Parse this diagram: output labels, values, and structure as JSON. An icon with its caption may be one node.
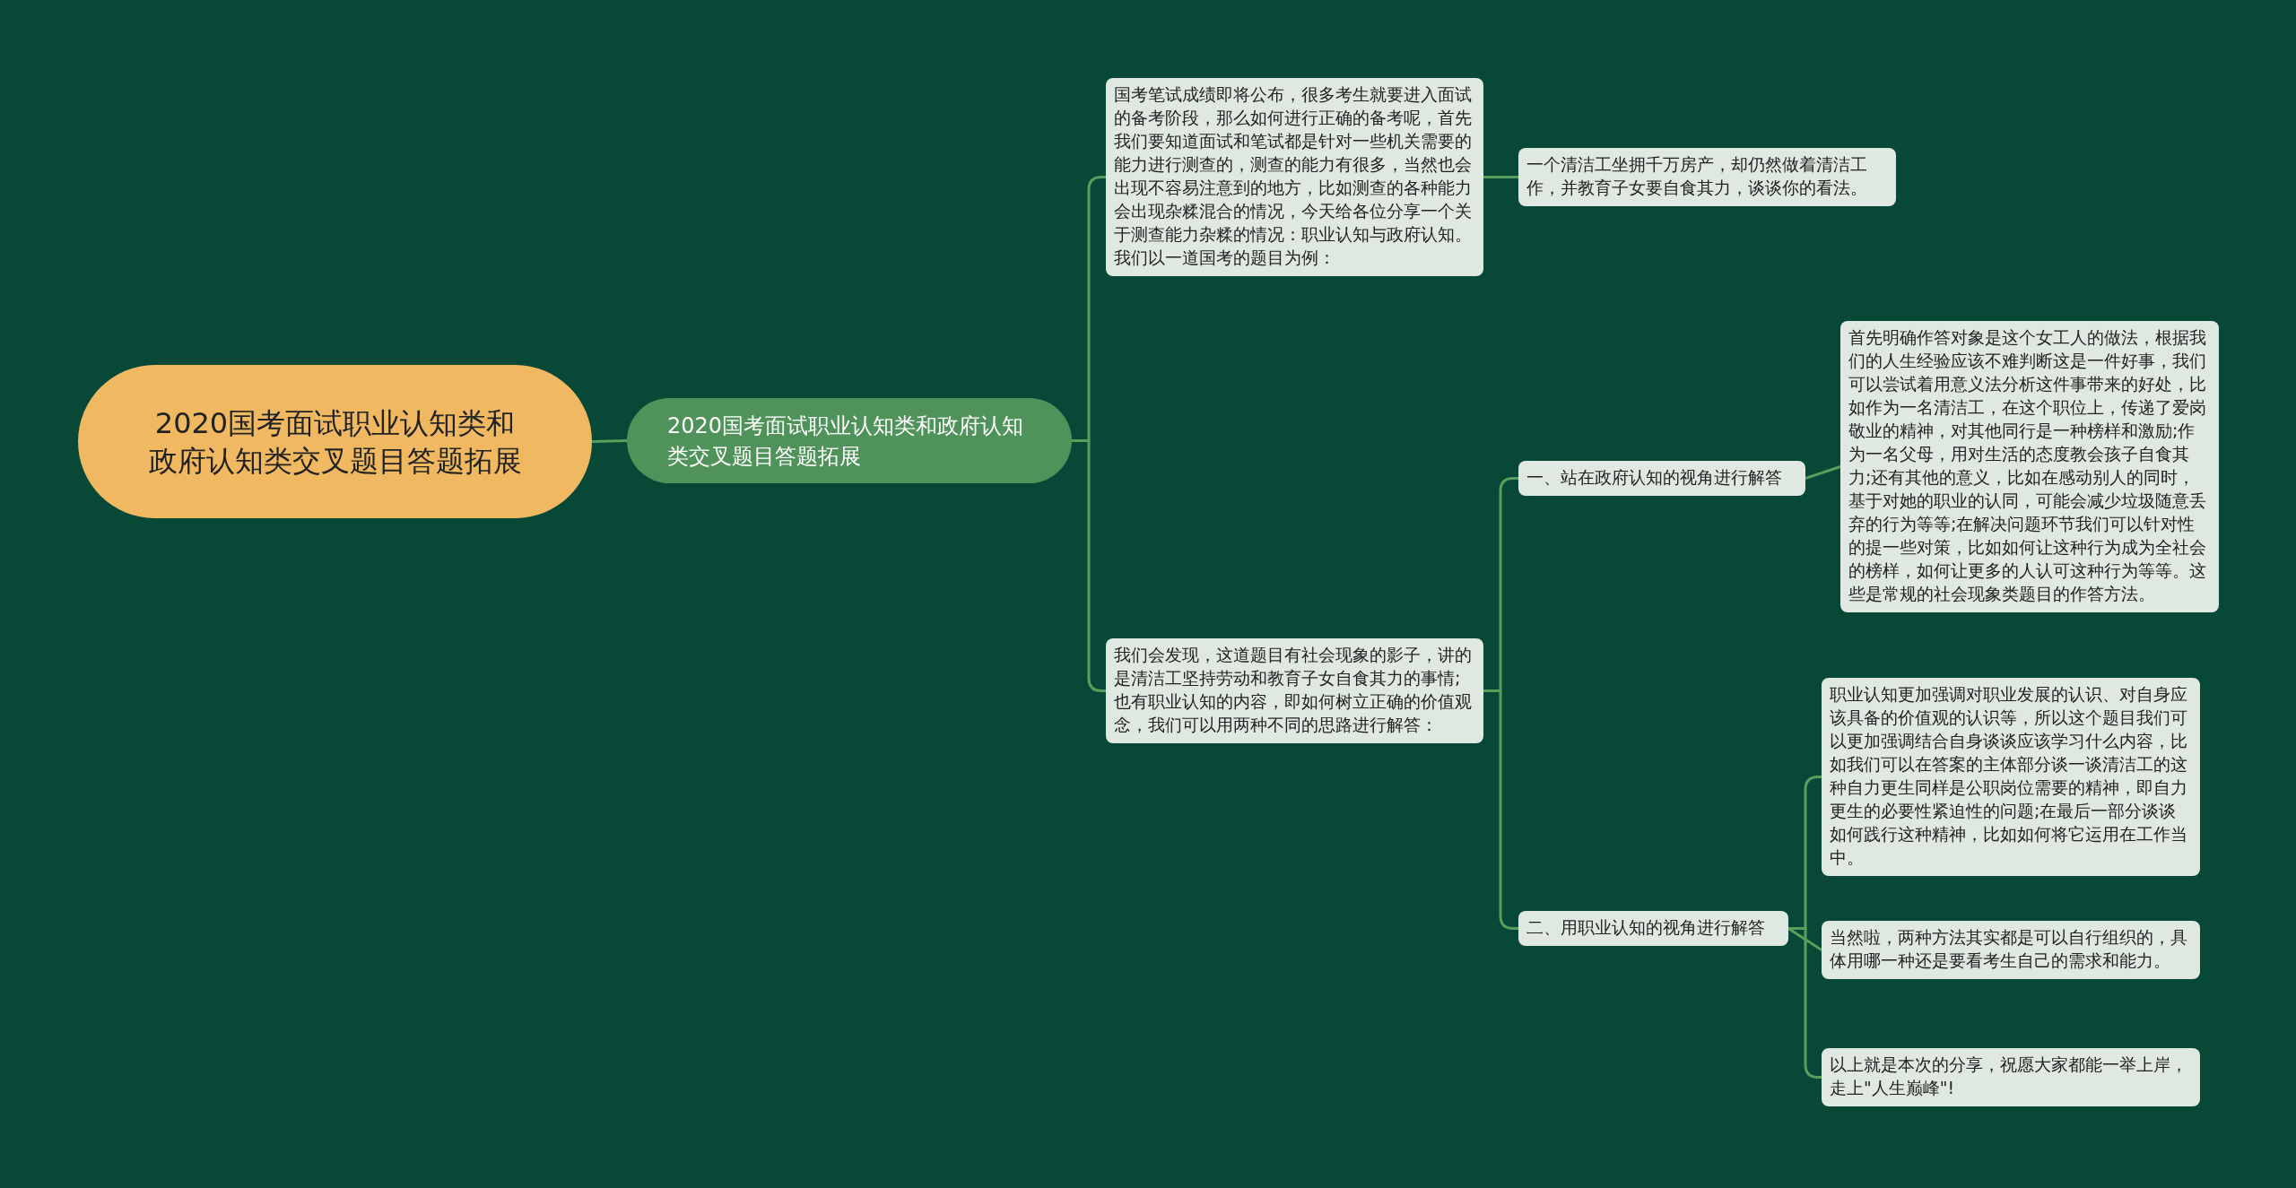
{
  "diagram": {
    "nodes": [
      {
        "text": [
          "2020国考面试职业认知类和政府认知类交叉题目答题拓展"
        ]
      },
      {
        "text": [
          "2020国考面试职业认知类和政府认知类交叉题目答题拓展"
        ]
      },
      {
        "text": [
          "国考笔试成绩即将公布，很多考生就要进入面试的备考阶段，那么如何进行正确的备考呢，首先我们要知道面试和笔试都是针对一些机关需要的能力进行测查的，测查的能力有很多，当然也会出现不容易注意到的地方，比如测查的各种能力会出现杂糅混合的情况，今天给各位分享一个关于测查能力杂糅的情况：职业认知与政府认知。我们以一道国考的题目为例："
        ]
      },
      {
        "text": [
          "一个清洁工坐拥千万房产，却仍然做着清洁工作，并教育子女要自食其力，谈谈你的看法。"
        ]
      },
      {
        "text": [
          "我们会发现，这道题目有社会现象的影子，讲的是清洁工坚持劳动和教育子女自食其力的事情;也有职业认知的内容，即如何树立正确的价值观念，我们可以用两种不同的思路进行解答："
        ]
      },
      {
        "text": [
          "一、站在政府认知的视角进行解答"
        ]
      },
      {
        "text": [
          "首先明确作答对象是这个女工人的做法，根据我们的人生经验应该不难判断这是一件好事，我们可以尝试着用意义法分析这件事带来的好处，比如作为一名清洁工，在这个职位上，传递了爱岗敬业的精神，对其他同行是一种榜样和激励;作为一名父母，用对生活的态度教会孩子自食其力;还有其他的意义，比如在感动别人的同时，基于对她的职业的认同，可能会减少垃圾随意丢弃的行为等等;在解决问题环节我们可以针对性的提一些对策，比如如何让这种行为成为全社会的榜样，如何让更多的人认可这种行为等等。这些是常规的社会现象类题目的作答方法。"
        ]
      },
      {
        "text": [
          "二、用职业认知的视角进行解答"
        ]
      },
      {
        "text": [
          "职业认知更加强调对职业发展的认识、对自身应该具备的价值观的认识等，所以这个题目我们可以更加强调结合自身谈谈应该学习什么内容，比如我们可以在答案的主体部分谈一谈清洁工的这种自力更生同样是公职岗位需要的精神，即自力更生的必要性紧迫性的问题;在最后一部分谈谈如何践行这种精神，比如如何将它运用在工作当中。"
        ]
      },
      {
        "text": [
          "当然啦，两种方法其实都是可以自行组织的，具体用哪一种还是要看考生自己的需求和能力。"
        ]
      },
      {
        "text": [
          "以上就是本次的分享，祝愿大家都能一举上岸，走上\"人生巅峰\"!"
        ]
      }
    ],
    "edges": [
      {
        "from": 0,
        "to": 1,
        "arrow": "none"
      },
      {
        "from": 1,
        "to": 2,
        "arrow": "none"
      },
      {
        "from": 1,
        "to": 4,
        "arrow": "none"
      },
      {
        "from": 2,
        "to": 3,
        "arrow": "none"
      },
      {
        "from": 4,
        "to": 5,
        "arrow": "none"
      },
      {
        "from": 4,
        "to": 7,
        "arrow": "none"
      },
      {
        "from": 5,
        "to": 6,
        "arrow": "none"
      },
      {
        "from": 7,
        "to": 8,
        "arrow": "none"
      },
      {
        "from": 7,
        "to": 9,
        "arrow": "none"
      },
      {
        "from": 7,
        "to": 10,
        "arrow": "none"
      }
    ]
  }
}
